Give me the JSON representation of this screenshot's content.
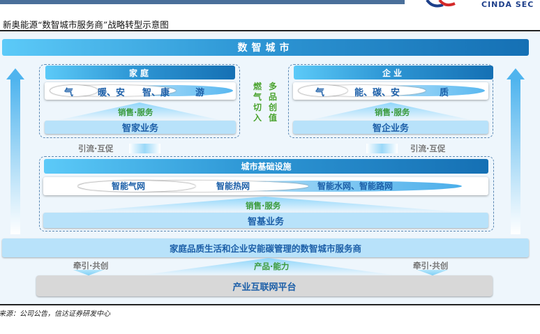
{
  "header": {
    "title": "新奥能源“数智城市服务商”战略转型示意图",
    "logo_text": "CINDA SEC"
  },
  "colors": {
    "accent": "#1570b4",
    "light": "#b8e2fa",
    "green": "#3a9a3a"
  },
  "diagram": {
    "top": "数智城市",
    "home": {
      "title": "家庭",
      "items": [
        "气",
        "暖、安",
        "智、康",
        "游"
      ],
      "flow": "销售·服务",
      "business": "智家业务"
    },
    "middle": {
      "col1": [
        "燃",
        "气",
        "切",
        "入"
      ],
      "col2": [
        "多",
        "品",
        "创",
        "值"
      ]
    },
    "enterprise": {
      "title": "企业",
      "items": [
        "气",
        "能、碳、安",
        "质"
      ],
      "flow": "销售·服务",
      "business": "智企业务"
    },
    "link_left": "引流·互促",
    "link_right": "引流·互促",
    "infra": {
      "title": "城市基础设施",
      "items": [
        "智能气网",
        "智能热网",
        "智能水网、智能路网"
      ],
      "flow": "销售·服务",
      "business": "智基业务"
    },
    "provider": "家庭品质生活和企业安能碳管理的数智城市服务商",
    "pull_left": "牵引·共创",
    "product": "产品·能力",
    "pull_right": "牵引·共创",
    "platform": "产业互联网平台"
  },
  "footer": {
    "source": "资料来源：公司公告，信达证券研发中心"
  }
}
